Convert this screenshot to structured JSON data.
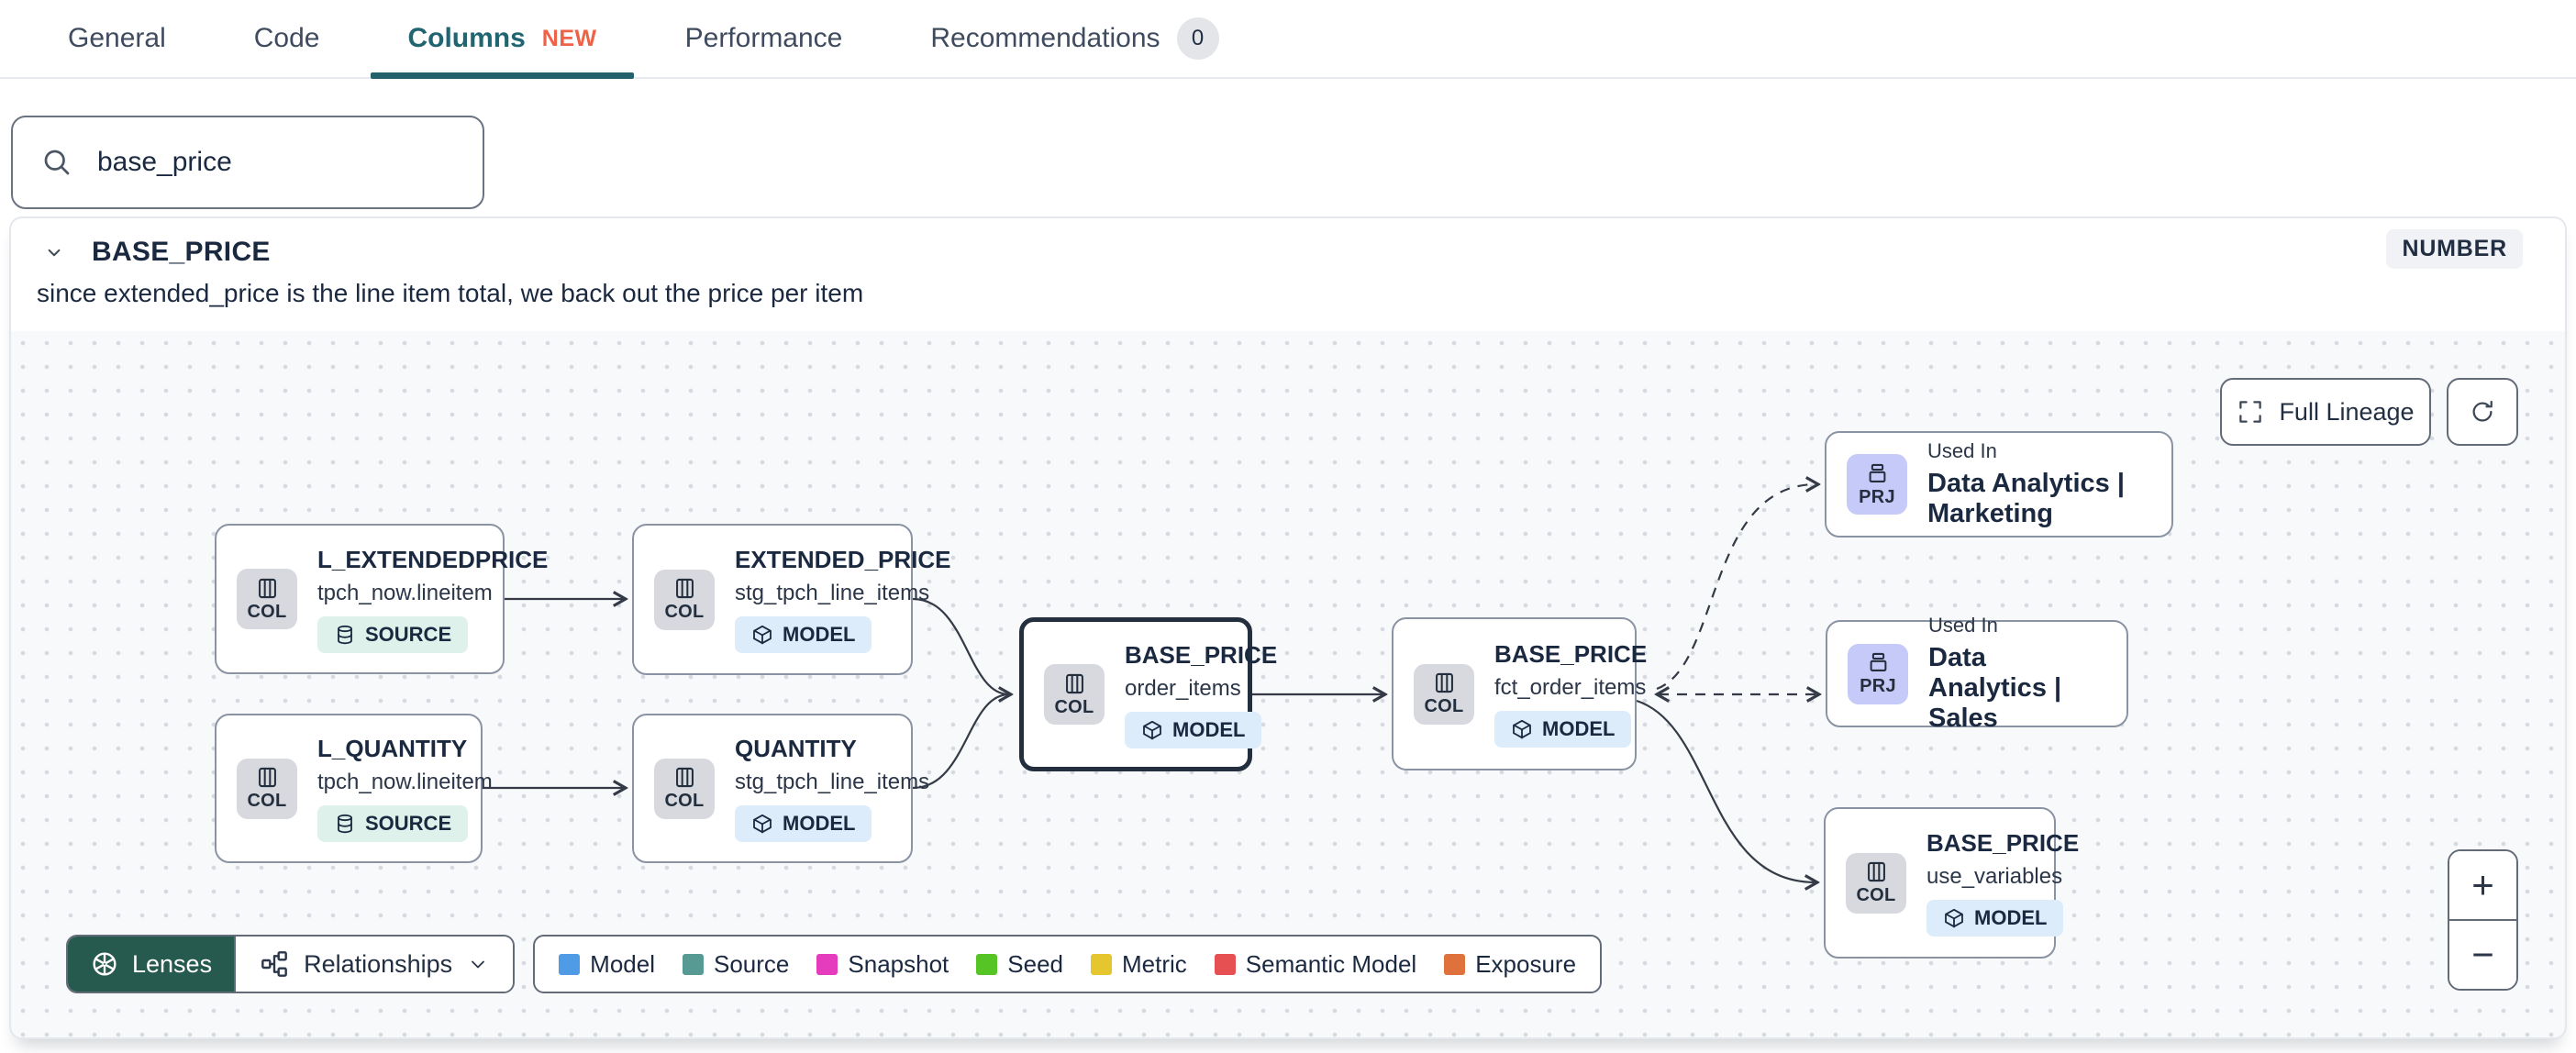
{
  "tabs": {
    "items": [
      {
        "label": "General"
      },
      {
        "label": "Code"
      },
      {
        "label": "Columns",
        "badge": "NEW",
        "selected": true
      },
      {
        "label": "Performance"
      },
      {
        "label": "Recommendations",
        "count": "0"
      }
    ]
  },
  "search": {
    "value": "base_price"
  },
  "column": {
    "name": "BASE_PRICE",
    "type_badge": "NUMBER",
    "description": "since extended_price is the line item total, we back out the price per item"
  },
  "lineage": {
    "controls": {
      "full_lineage": "Full Lineage",
      "zoom_in": "+",
      "zoom_out": "−"
    },
    "kind_labels": {
      "col": "COL",
      "prj": "PRJ"
    },
    "badge_labels": {
      "model": "MODEL",
      "source": "SOURCE"
    },
    "nodes": {
      "l_extendedprice": {
        "title": "L_EXTENDEDPRICE",
        "subtitle": "tpch_now.lineitem",
        "kind": "COL",
        "badge": "SOURCE"
      },
      "extended_price": {
        "title": "EXTENDED_PRICE",
        "subtitle": "stg_tpch_line_items",
        "kind": "COL",
        "badge": "MODEL"
      },
      "l_quantity": {
        "title": "L_QUANTITY",
        "subtitle": "tpch_now.lineitem",
        "kind": "COL",
        "badge": "SOURCE"
      },
      "quantity": {
        "title": "QUANTITY",
        "subtitle": "stg_tpch_line_items",
        "kind": "COL",
        "badge": "MODEL"
      },
      "base_price_order_items": {
        "title": "BASE_PRICE",
        "subtitle": "order_items",
        "kind": "COL",
        "badge": "MODEL",
        "selected": true
      },
      "base_price_fct_order_items": {
        "title": "BASE_PRICE",
        "subtitle": "fct_order_items",
        "kind": "COL",
        "badge": "MODEL"
      },
      "used_in_marketing": {
        "title": "Used In",
        "subtitle": "Data Analytics | Marketing",
        "kind": "PRJ"
      },
      "used_in_sales": {
        "title": "Used In",
        "subtitle": "Data Analytics | Sales",
        "kind": "PRJ"
      },
      "base_price_use_variables": {
        "title": "BASE_PRICE",
        "subtitle": "use_variables",
        "kind": "COL",
        "badge": "MODEL"
      }
    },
    "toolbar": {
      "lenses": "Lenses",
      "relationships": "Relationships"
    },
    "legend": {
      "items": [
        {
          "label": "Model",
          "color": "#4f9be5"
        },
        {
          "label": "Source",
          "color": "#579a94"
        },
        {
          "label": "Snapshot",
          "color": "#e43cbd"
        },
        {
          "label": "Seed",
          "color": "#55c424"
        },
        {
          "label": "Metric",
          "color": "#e5c62e"
        },
        {
          "label": "Semantic Model",
          "color": "#e65052"
        },
        {
          "label": "Exposure",
          "color": "#de713c"
        }
      ]
    }
  }
}
